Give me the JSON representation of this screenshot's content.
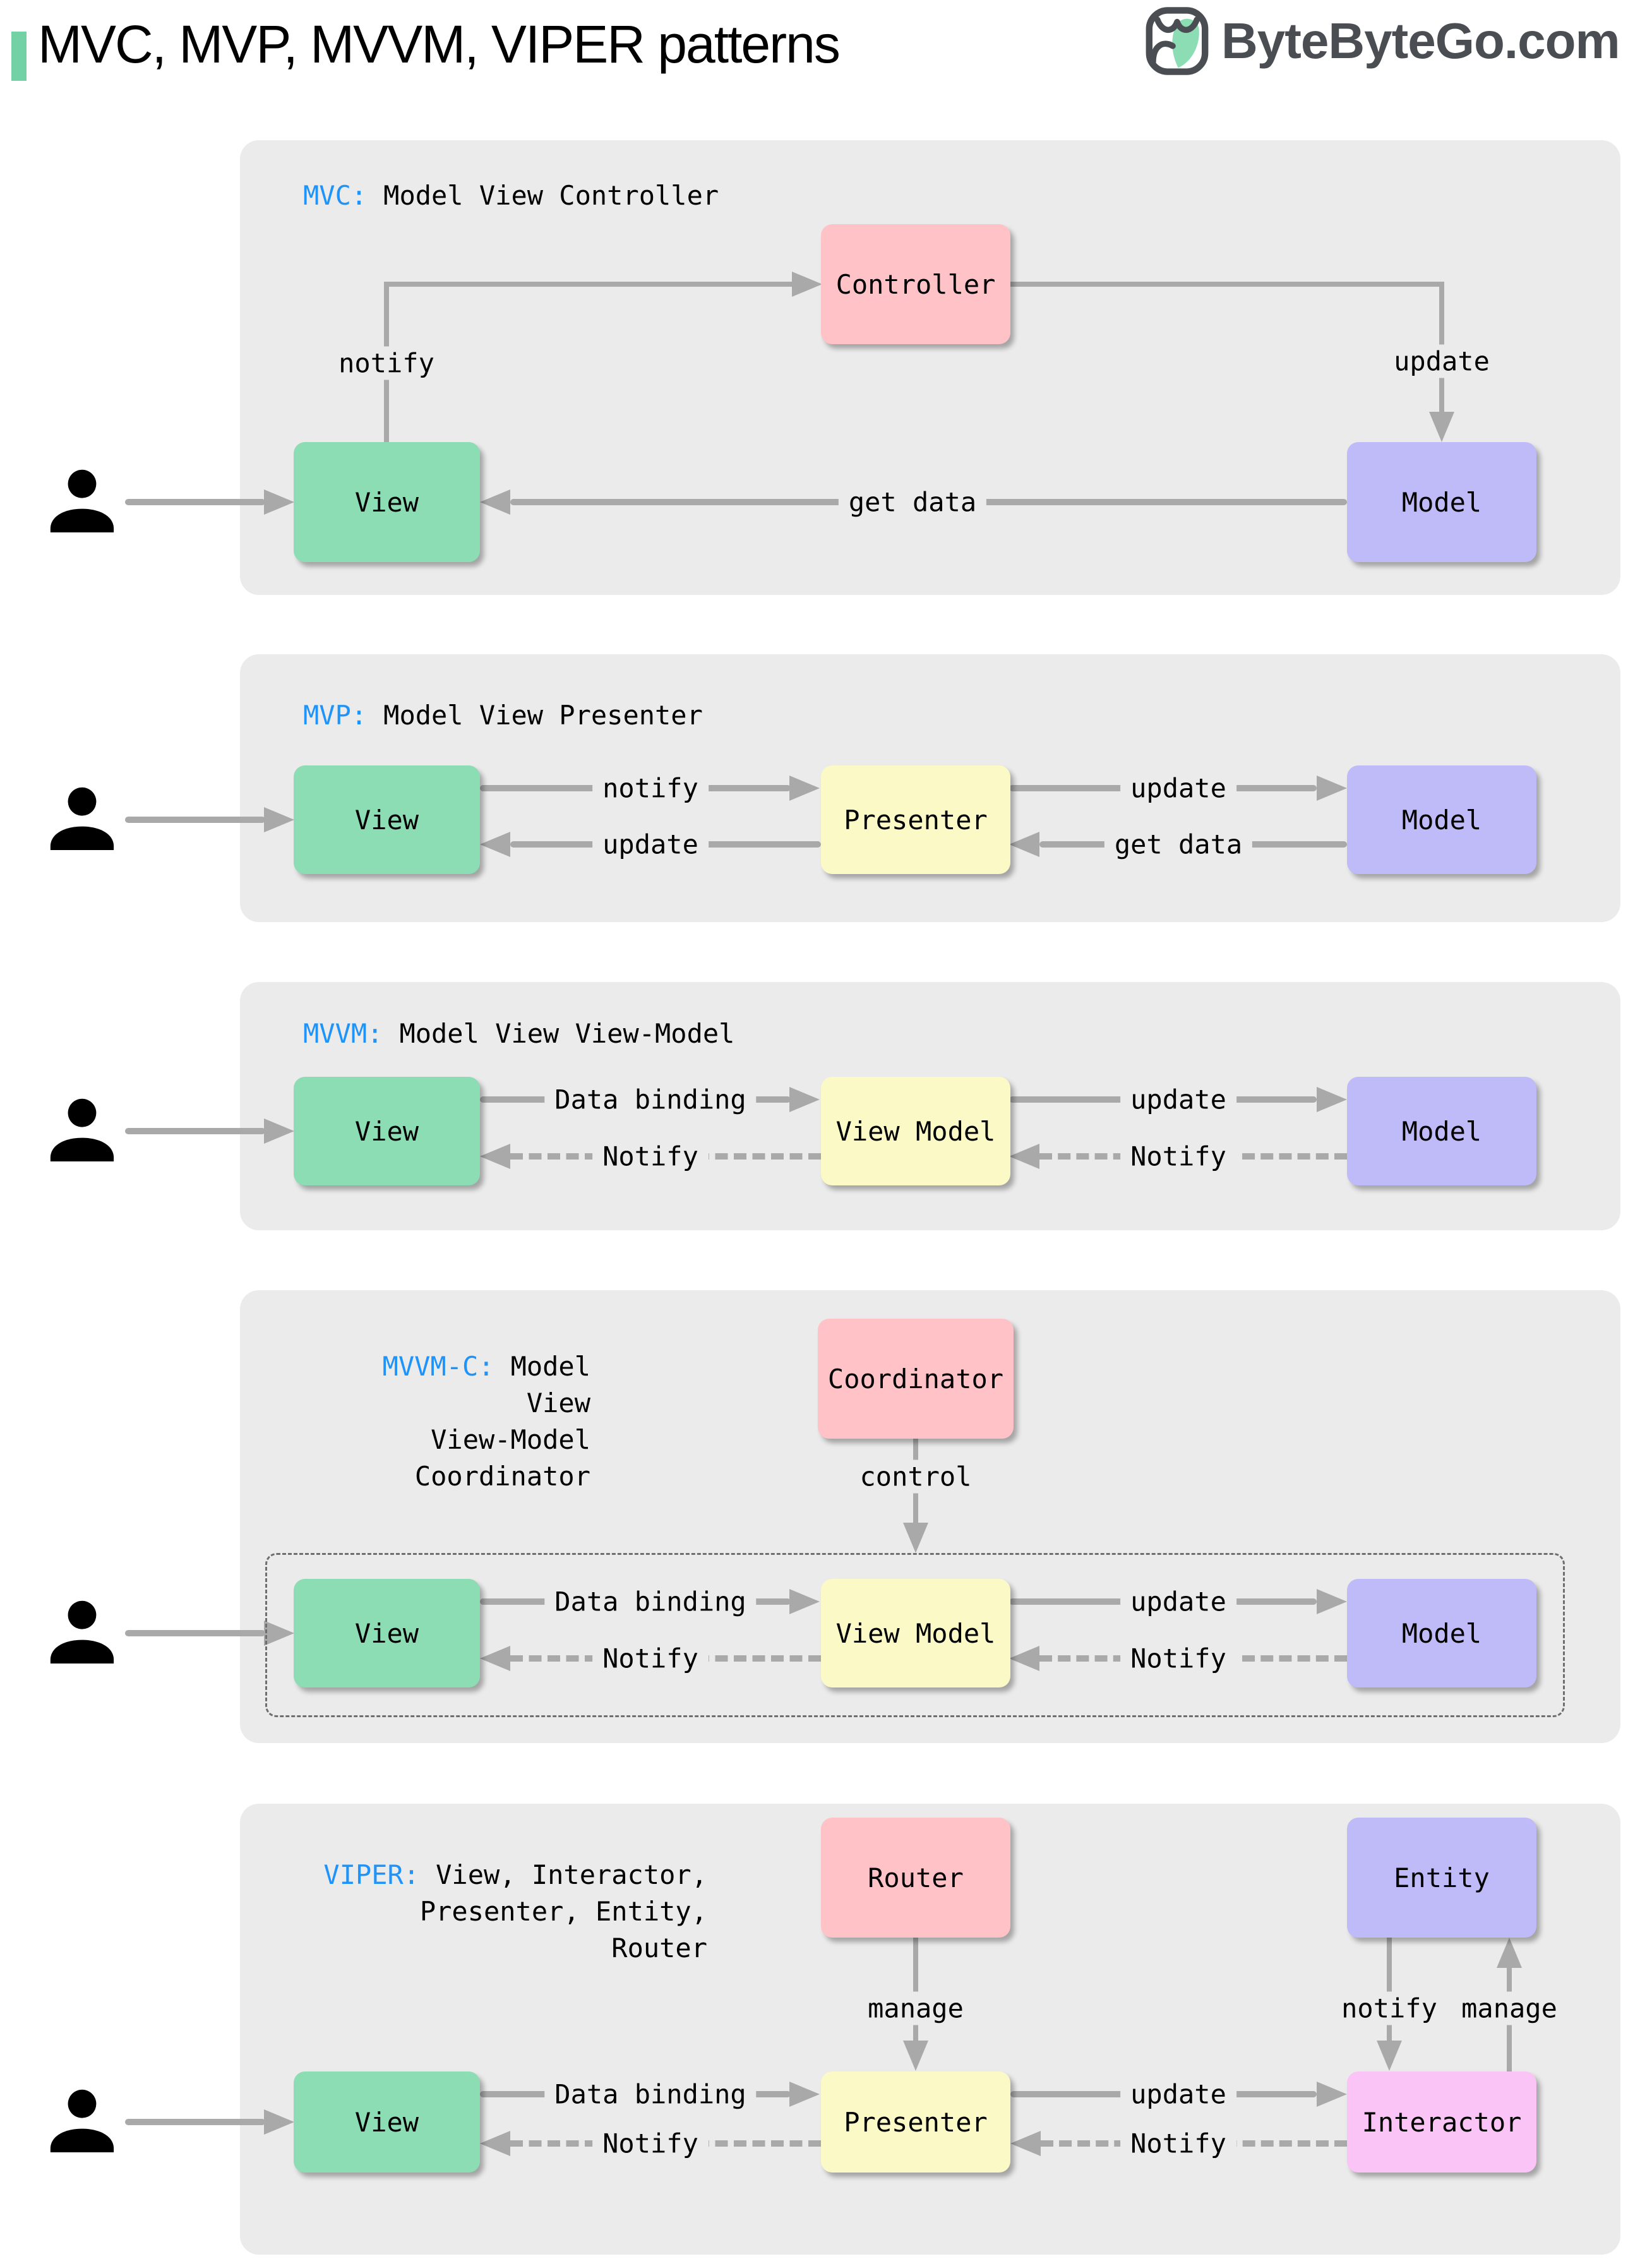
{
  "header": {
    "title": "MVC, MVP, MVVM, VIPER patterns",
    "logo_text": "ByteByteGo.com"
  },
  "colors": {
    "accent_green": "#72D1A5",
    "box_green": "#8CDCB4",
    "box_pink": "#FFC2C6",
    "box_purple": "#BFBAF8",
    "box_yellow": "#FBF9C5",
    "box_magenta": "#FAC4F6",
    "panel_gray": "#EBEBEB",
    "arrow_gray": "#A9A9A9",
    "abbr_blue": "#1E94FA",
    "logo_gray": "#4A4E52"
  },
  "sections": [
    {
      "name": "MVC",
      "abbr": "MVC:",
      "desc": "Model View Controller",
      "boxes": {
        "controller": "Controller",
        "view": "View",
        "model": "Model"
      },
      "labels": {
        "notify": "notify",
        "update": "update",
        "get_data": "get data"
      }
    },
    {
      "name": "MVP",
      "abbr": "MVP:",
      "desc": "Model View Presenter",
      "boxes": {
        "view": "View",
        "presenter": "Presenter",
        "model": "Model"
      },
      "labels": {
        "notify": "notify",
        "update_to_model": "update",
        "update_to_view": "update",
        "get_data": "get data"
      }
    },
    {
      "name": "MVVM",
      "abbr": "MVVM:",
      "desc": "Model View View-Model",
      "boxes": {
        "view": "View",
        "view_model": "View Model",
        "model": "Model"
      },
      "labels": {
        "data_binding": "Data binding",
        "update": "update",
        "notify_left": "Notify",
        "notify_right": "Notify"
      }
    },
    {
      "name": "MVVM-C",
      "abbr": "MVVM-C:",
      "desc_lines": [
        "Model View",
        "View-Model",
        "Coordinator"
      ],
      "boxes": {
        "coordinator": "Coordinator",
        "view": "View",
        "view_model": "View Model",
        "model": "Model"
      },
      "labels": {
        "control": "control",
        "data_binding": "Data binding",
        "update": "update",
        "notify_left": "Notify",
        "notify_right": "Notify"
      }
    },
    {
      "name": "VIPER",
      "abbr": "VIPER:",
      "desc_lines": [
        "View, Interactor,",
        "Presenter, Entity,",
        "Router"
      ],
      "boxes": {
        "router": "Router",
        "entity": "Entity",
        "view": "View",
        "presenter": "Presenter",
        "interactor": "Interactor"
      },
      "labels": {
        "manage_router": "manage",
        "notify_entity": "notify",
        "manage_entity": "manage",
        "data_binding": "Data binding",
        "update": "update",
        "notify_left": "Notify",
        "notify_right": "Notify"
      }
    }
  ]
}
